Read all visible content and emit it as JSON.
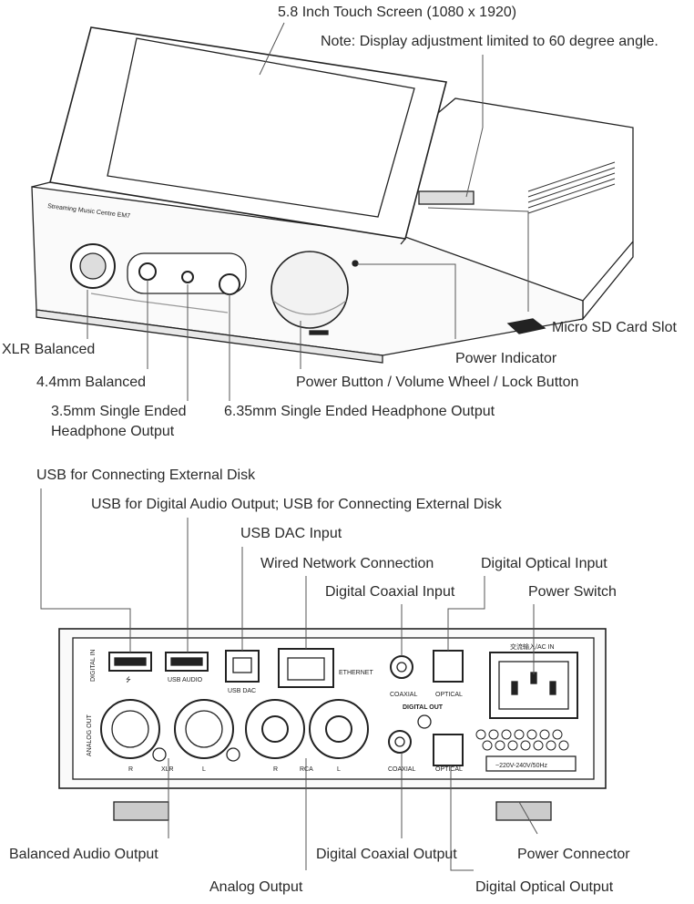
{
  "front": {
    "screen_label": "5.8 Inch Touch Screen (1080 x 1920)",
    "display_note": "Note: Display adjustment limited to 60 degree angle.",
    "xlr": "XLR Balanced",
    "bal44": "4.4mm Balanced",
    "se35_line1": "3.5mm Single Ended",
    "se35_line2": "Headphone Output",
    "se635": "6.35mm Single Ended Headphone Output",
    "power_wheel": "Power Button / Volume Wheel / Lock Button",
    "power_indicator": "Power Indicator",
    "microsd": "Micro SD Card Slot",
    "panel_brand": "Streaming Music Centre  EM7"
  },
  "rear": {
    "usb_ext": "USB for Connecting External Disk",
    "usb_audio_ext": "USB for Digital Audio Output; USB for Connecting External Disk",
    "usb_dac_input": "USB DAC Input",
    "wired_net": "Wired Network Connection",
    "coax_in": "Digital Coaxial Input",
    "opt_in": "Digital Optical Input",
    "power_switch": "Power Switch",
    "balanced_out": "Balanced Audio Output",
    "analog_out": "Analog Output",
    "coax_out": "Digital Coaxial Output",
    "power_conn": "Power Connector",
    "opt_out": "Digital Optical Output"
  },
  "panel": {
    "digital_in": "DIGITAL IN",
    "usb_symbol": "⭍",
    "usb_audio": "USB AUDIO",
    "usb_dac": "USB DAC",
    "ethernet": "ETHERNET",
    "coaxial": "COAXIAL",
    "optical": "OPTICAL",
    "digital_out": "DIGITAL OUT",
    "analog_out": "ANALOG OUT",
    "r": "R",
    "l": "L",
    "xlr": "XLR",
    "rca": "RCA",
    "ac_in": "交流输入/AC IN",
    "voltage": "~220V-240V/50Hz"
  }
}
